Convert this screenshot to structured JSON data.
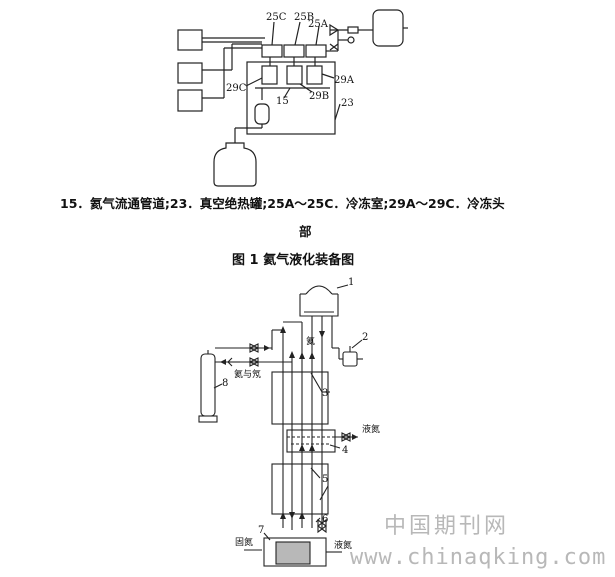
{
  "figure1": {
    "labels": {
      "l25C": "25C",
      "l25B": "25B",
      "l25A": "25A",
      "l29C": "29C",
      "l29A": "29A",
      "l29B": "29B",
      "l15": "15",
      "l23": "23"
    },
    "caption_line1": "15．氦气流通管道;23．真空绝热罐;25A～25C．冷冻室;29A～29C．冷冻头",
    "caption_line2": "部",
    "title": "图 1 氦气液化装备图"
  },
  "figure2": {
    "labels": {
      "n1": "1",
      "n2": "2",
      "n3": "3",
      "n4": "4",
      "n5": "5",
      "n6": "6",
      "n7": "7",
      "n8": "8",
      "helium": "氦",
      "helium_neon": "氦与氖",
      "liquid_nitrogen_top": "液氮",
      "solid_nitrogen": "固氮",
      "liquid_nitrogen_bottom": "液氮"
    }
  },
  "watermark": {
    "cn": "中国期刊网",
    "url": "www.chinaqking.com"
  }
}
